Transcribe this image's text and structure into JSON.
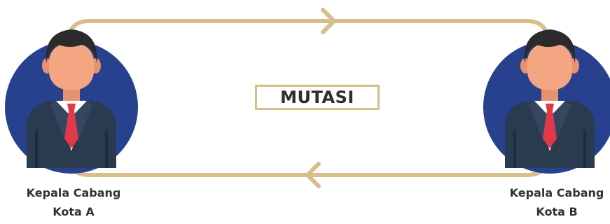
{
  "label": "MUTASI",
  "people": [
    {
      "line1": "Kepala Cabang",
      "line2": "Kota A"
    },
    {
      "line1": "Kepala Cabang",
      "line2": "Kota B"
    }
  ],
  "colors": {
    "arrow": "#d6bf8a",
    "circle": "#27418f",
    "suit": "#2a3a4f",
    "shirt": "#ffffff",
    "tie": "#e03a4a",
    "skin": "#f4a582",
    "hair": "#2b2b2b"
  }
}
